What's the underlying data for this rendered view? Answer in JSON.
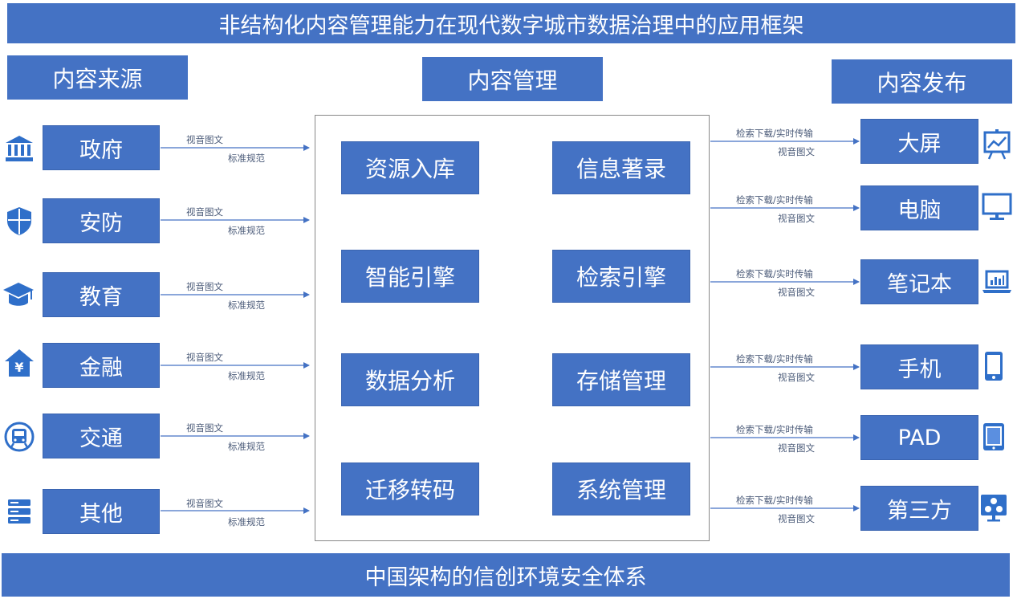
{
  "title": "非结构化内容管理能力在现代数字城市数据治理中的应用框架",
  "footer": "中国架构的信创环境安全体系",
  "headers": {
    "source": "内容来源",
    "management": "内容管理",
    "publish": "内容发布"
  },
  "sources": [
    {
      "label": "政府",
      "icon": "government-building-icon"
    },
    {
      "label": "安防",
      "icon": "security-shield-icon"
    },
    {
      "label": "教育",
      "icon": "graduation-cap-icon"
    },
    {
      "label": "金融",
      "icon": "yuan-house-icon"
    },
    {
      "label": "交通",
      "icon": "train-icon"
    },
    {
      "label": "其他",
      "icon": "server-icon"
    }
  ],
  "source_link_labels": {
    "top": "视音图文",
    "bottom": "标准规范"
  },
  "modules": {
    "left": [
      "资源入库",
      "智能引擎",
      "数据分析",
      "迁移转码"
    ],
    "right": [
      "信息著录",
      "检索引擎",
      "存储管理",
      "系统管理"
    ]
  },
  "outputs": [
    {
      "label": "大屏",
      "icon": "presentation-screen-icon"
    },
    {
      "label": "电脑",
      "icon": "monitor-icon"
    },
    {
      "label": "笔记本",
      "icon": "laptop-icon"
    },
    {
      "label": "手机",
      "icon": "mobile-phone-icon"
    },
    {
      "label": "PAD",
      "icon": "tablet-icon"
    },
    {
      "label": "第三方",
      "icon": "third-party-icon"
    }
  ],
  "output_link_labels": {
    "top": "检索下载/实时传输",
    "bottom": "视音图文"
  },
  "colors": {
    "box": "#4472c4",
    "arrow": "#4472c4",
    "icon": "#2f6fc9",
    "frame": "#888888"
  }
}
